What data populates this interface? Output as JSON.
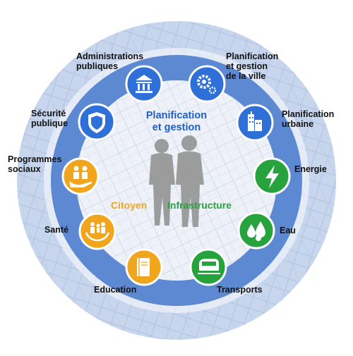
{
  "center": {
    "title_line1": "Planification",
    "title_line2": "et gestion",
    "left_label": "Citoyen",
    "right_label": "Infrastructure"
  },
  "colors": {
    "blue": "#2f6fd8",
    "green": "#27a33d",
    "orange": "#f0a51c",
    "ring": "#5b86cf",
    "ring_outer": "#c3d3ee",
    "title_blue": "#1f5fc4"
  },
  "segments": [
    {
      "label": "Administrations publiques",
      "icon": "government-building-icon",
      "color": "blue"
    },
    {
      "label": "Planification et gestion de la ville",
      "icon": "gears-icon",
      "color": "blue"
    },
    {
      "label": "Planification urbaine",
      "icon": "city-buildings-icon",
      "color": "blue"
    },
    {
      "label": "Energie",
      "icon": "lightning-bolt-icon",
      "color": "green"
    },
    {
      "label": "Eau",
      "icon": "water-drops-icon",
      "color": "green"
    },
    {
      "label": "Transports",
      "icon": "train-icon",
      "color": "green"
    },
    {
      "label": "Education",
      "icon": "book-icon",
      "color": "orange"
    },
    {
      "label": "Santé",
      "icon": "family-care-icon",
      "color": "orange"
    },
    {
      "label": "Programmes sociaux",
      "icon": "people-hand-icon",
      "color": "orange"
    },
    {
      "label": "Sécurité publique",
      "icon": "police-badge-icon",
      "color": "blue"
    }
  ],
  "labels": {
    "administrations": {
      "line1": "Administrations",
      "line2": "publiques"
    },
    "city_planning": {
      "line1": "Planification",
      "line2": "et gestion",
      "line3": "de la ville"
    },
    "urban": {
      "line1": "Planification",
      "line2": "urbaine"
    },
    "energy": "Energie",
    "water": "Eau",
    "transport": "Transports",
    "education": "Education",
    "health": "Santé",
    "social": {
      "line1": "Programmes",
      "line2": "sociaux"
    },
    "security": {
      "line1": "Sécurité",
      "line2": "publique"
    }
  }
}
